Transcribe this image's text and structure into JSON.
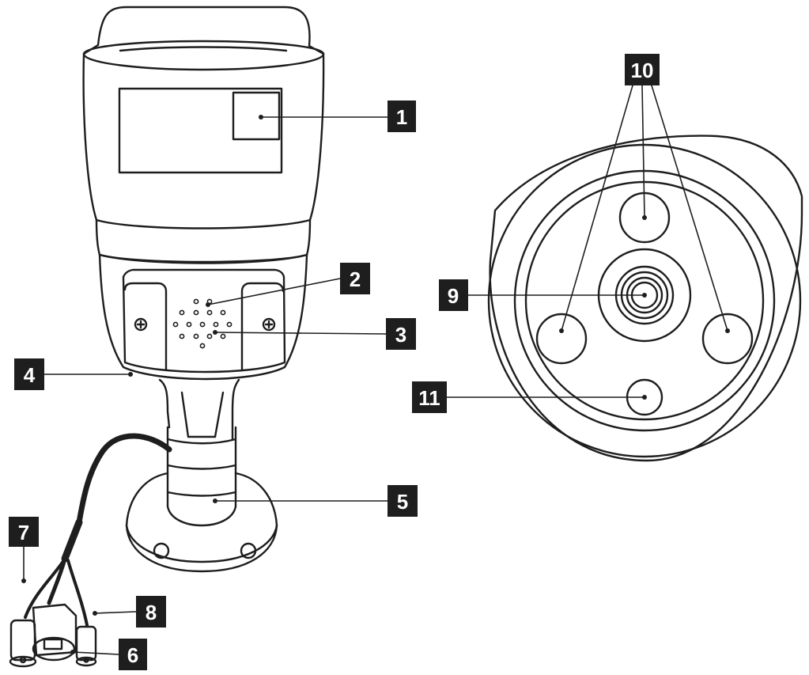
{
  "diagram": {
    "colors": {
      "line": "#1e1e1e",
      "badge_fill": "#1e1e1e",
      "badge_text": "#ffffff",
      "background": "#ffffff"
    },
    "views": [
      {
        "name": "side-view",
        "description_icon": "bullet-camera-side-icon"
      },
      {
        "name": "front-view",
        "description_icon": "camera-lens-front-icon"
      }
    ],
    "callouts": [
      {
        "id": "1",
        "label": "1"
      },
      {
        "id": "2",
        "label": "2"
      },
      {
        "id": "3",
        "label": "3"
      },
      {
        "id": "4",
        "label": "4"
      },
      {
        "id": "5",
        "label": "5"
      },
      {
        "id": "6",
        "label": "6"
      },
      {
        "id": "7",
        "label": "7"
      },
      {
        "id": "8",
        "label": "8"
      },
      {
        "id": "9",
        "label": "9"
      },
      {
        "id": "10",
        "label": "10"
      },
      {
        "id": "11",
        "label": "11"
      }
    ]
  }
}
